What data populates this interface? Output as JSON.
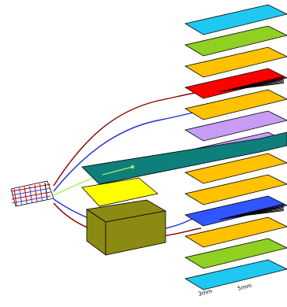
{
  "colors": {
    "cyan": "#1ec8f0",
    "lime": "#8fd022",
    "orange": "#ffc200",
    "red": "#ff0000",
    "lavender": "#c79cf5",
    "teal": "#0f7f7b",
    "yellow": "#ffff00",
    "olive": "#8b8a12",
    "blue": "#3155ff",
    "wire_red": "#8b0000",
    "wire_blue": "#1f2ce0",
    "wire_green": "#a6f060",
    "bundle_red": "#c00000",
    "bundle_blue": "#4040c0",
    "outline": "#000000"
  },
  "layers": [
    {
      "name": "layer-cyan-top",
      "color": "cyan"
    },
    {
      "name": "layer-lime-top",
      "color": "lime"
    },
    {
      "name": "layer-orange-1",
      "color": "orange"
    },
    {
      "name": "layer-red-coil",
      "color": "red",
      "coil": true
    },
    {
      "name": "layer-orange-2",
      "color": "orange"
    },
    {
      "name": "layer-lavender-1",
      "color": "lavender"
    },
    {
      "name": "layer-lavender-2",
      "color": "lavender"
    },
    {
      "name": "layer-orange-3",
      "color": "orange"
    },
    {
      "name": "layer-orange-4",
      "color": "orange"
    },
    {
      "name": "layer-blue-coil",
      "color": "blue",
      "coil": true
    },
    {
      "name": "layer-orange-5",
      "color": "orange"
    },
    {
      "name": "layer-lime-bottom",
      "color": "lime"
    },
    {
      "name": "layer-cyan-bottom",
      "color": "cyan"
    }
  ],
  "labels": {
    "dim_left": "3mm",
    "dim_right": "5mm"
  }
}
